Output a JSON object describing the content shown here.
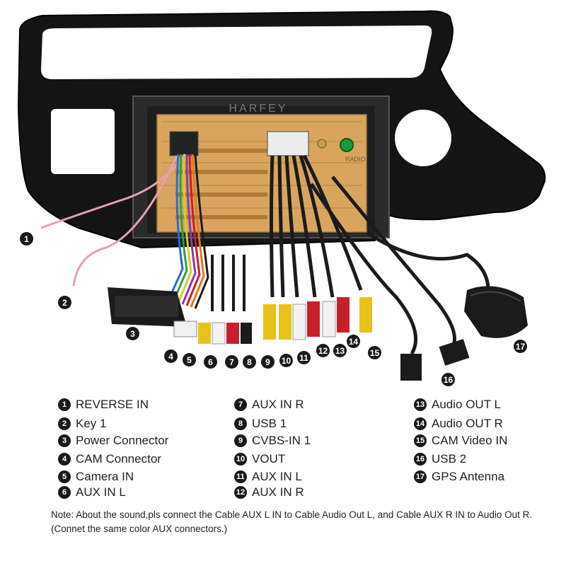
{
  "brand": "HARFEY",
  "radio_label": "RADIO",
  "legend": [
    {
      "num": "1",
      "label": "REVERSE IN"
    },
    {
      "num": "2",
      "label": "Key 1"
    },
    {
      "num": "3",
      "label": "Power Connector"
    },
    {
      "num": "4",
      "label": "CAM Connector"
    },
    {
      "num": "5",
      "label": "Camera IN"
    },
    {
      "num": "6",
      "label": "AUX IN L"
    },
    {
      "num": "7",
      "label": "AUX IN R"
    },
    {
      "num": "8",
      "label": "USB 1"
    },
    {
      "num": "9",
      "label": "CVBS-IN 1"
    },
    {
      "num": "10",
      "label": "VOUT"
    },
    {
      "num": "11",
      "label": "AUX IN L"
    },
    {
      "num": "12",
      "label": "AUX IN R"
    },
    {
      "num": "13",
      "label": "Audio OUT L"
    },
    {
      "num": "14",
      "label": "Audio OUT R"
    },
    {
      "num": "15",
      "label": "CAM Video IN"
    },
    {
      "num": "16",
      "label": "USB 2"
    },
    {
      "num": "17",
      "label": "GPS Antenna"
    }
  ],
  "note": "Note: About the sound,pls connect the Cable AUX L IN to Cable Audio Out L, and Cable AUX R IN to Audio Out R.(Connet the same color AUX connectors.)",
  "colors": {
    "frame": "#141414",
    "chassis": "#d9a55e",
    "rca_yellow": "#e8c21a",
    "rca_red": "#c8202a",
    "rca_white": "#f2f2f2",
    "cable_black": "#1b1b1b"
  }
}
